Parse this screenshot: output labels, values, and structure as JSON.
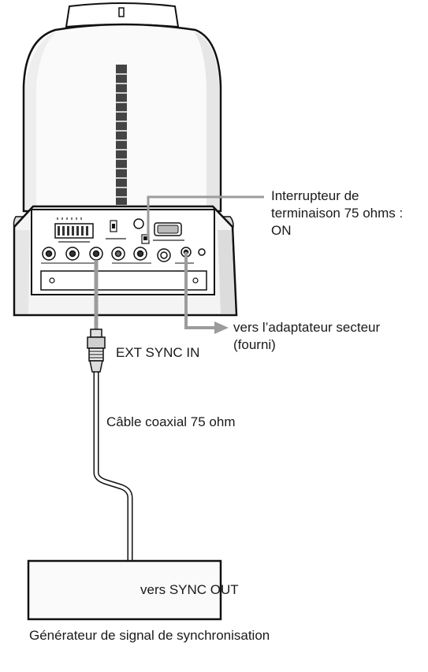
{
  "labels": {
    "switch_line1": "Interrupteur de",
    "switch_line2": "terminaison 75 ohms :",
    "switch_line3": "ON",
    "ac_adapter_line1": "vers l’adaptateur secteur",
    "ac_adapter_line2": "(fourni)",
    "ext_sync_in": "EXT SYNC IN",
    "coax_cable": "Câble coaxial 75 ohm",
    "sync_out": "vers SYNC OUT",
    "generator": "Générateur de signal de synchronisation"
  }
}
